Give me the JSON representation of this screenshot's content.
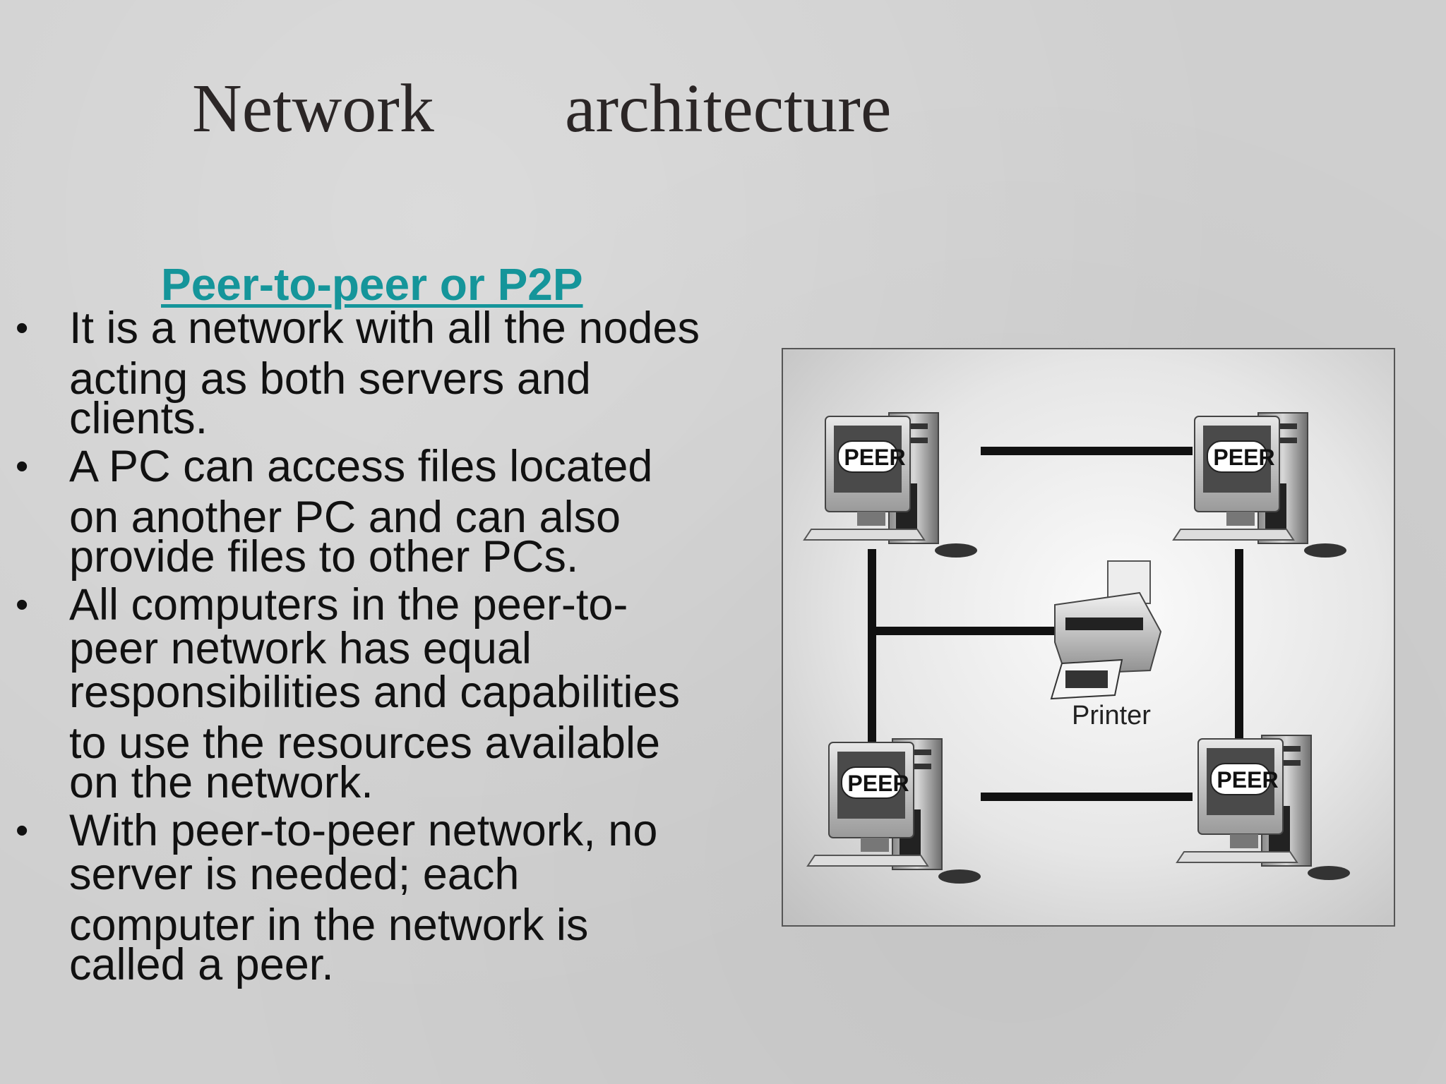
{
  "slide": {
    "title_word_1": "Network",
    "title_word_2": "architecture",
    "subheading": "Peer-to-peer or P2P",
    "bullet_marker": "•",
    "bullets": [
      {
        "lines": [
          "It is a network with all the nodes",
          "acting as both servers and",
          "clients."
        ]
      },
      {
        "lines": [
          "A PC can access files located",
          "on another PC and can also",
          "provide files to other PCs."
        ]
      },
      {
        "lines": [
          "All computers in the peer-to-",
          "peer network has equal",
          "responsibilities and capabilities",
          "to use the resources available",
          "on the network."
        ]
      },
      {
        "lines": [
          "With peer-to-peer network, no",
          "server is needed; each",
          "computer in the network is",
          "called a peer."
        ]
      }
    ]
  },
  "figure": {
    "peer_labels": [
      "PEER",
      "PEER",
      "PEER",
      "PEER"
    ],
    "printer_label": "Printer"
  }
}
